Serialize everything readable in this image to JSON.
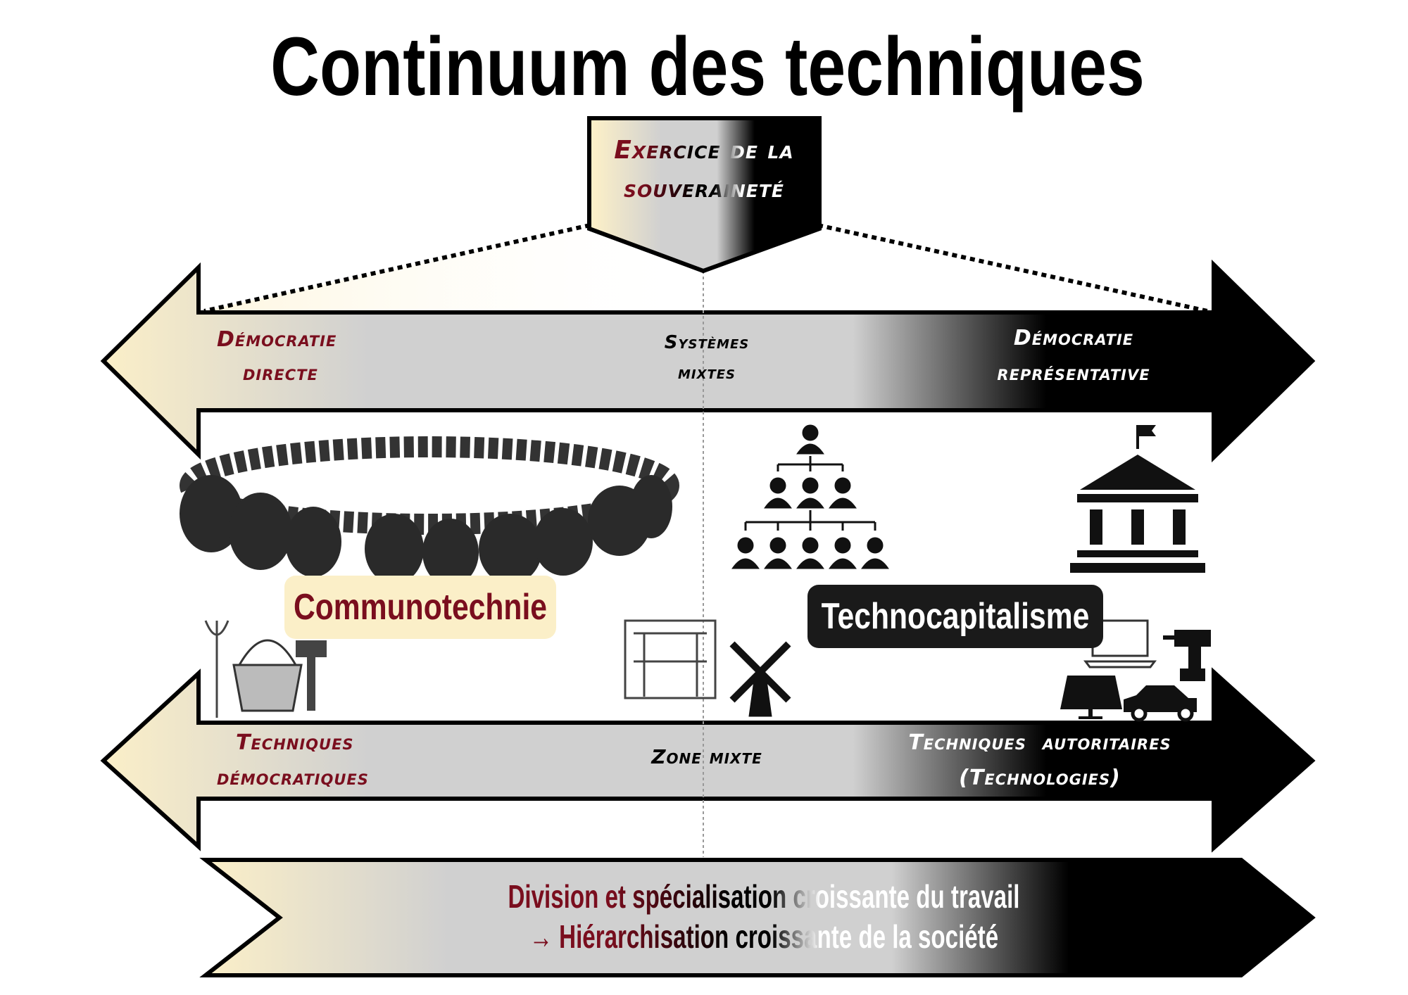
{
  "title": "Continuum des techniques",
  "banner": {
    "line1": "Exercice de la",
    "line2": "souveraineté"
  },
  "top_arrow": {
    "left": [
      "Démocratie",
      "directe"
    ],
    "middle": [
      "Systèmes",
      "mixtes"
    ],
    "right": [
      "Démocratie",
      "représentative"
    ]
  },
  "bottom_arrow": {
    "left": [
      "Techniques",
      "démocratiques"
    ],
    "middle": "Zone mixte",
    "right": [
      "Techniques  autoritaires",
      "(Technologies)"
    ]
  },
  "pills": {
    "left": "Communotechnie",
    "right": "Technocapitalisme"
  },
  "chevron": {
    "line1": "Division et spécialisation croissante du travail",
    "line2": "→ Hiérarchisation croissante de la société"
  },
  "colors": {
    "cream": "#fbefc8",
    "gray": "#d0d0d0",
    "black": "#000000",
    "red": "#7a0e1e"
  }
}
